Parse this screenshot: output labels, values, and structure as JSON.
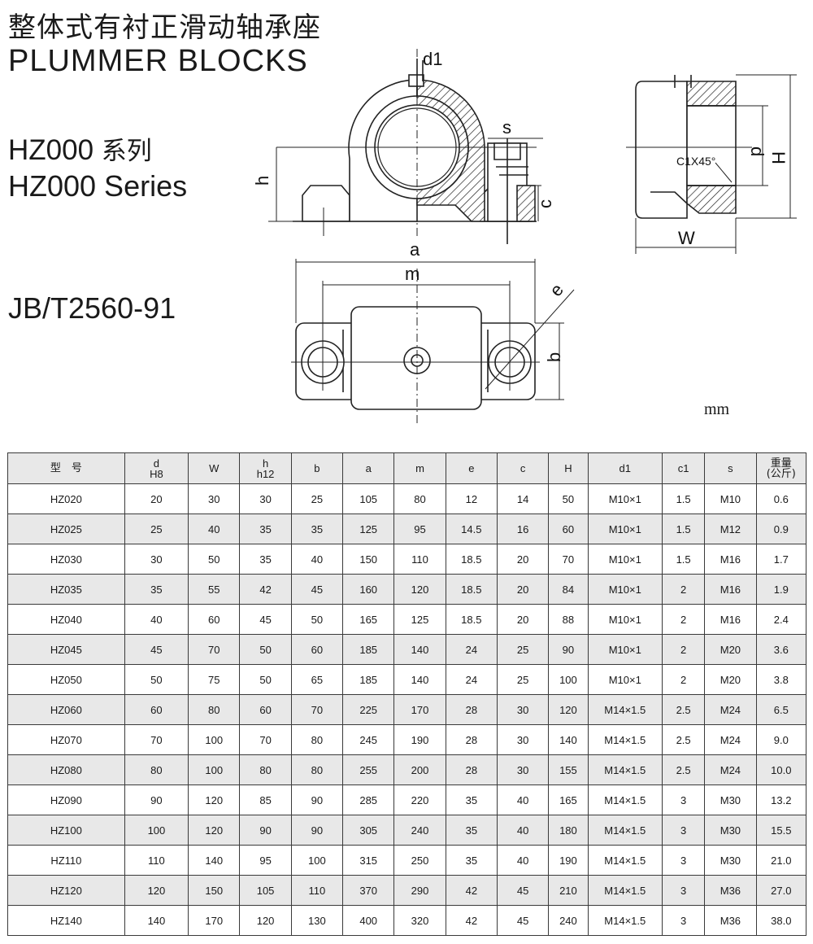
{
  "header": {
    "title_cn": "整体式有衬正滑动轴承座",
    "title_en": "PLUMMER  BLOCKS",
    "series_code": "HZ000",
    "series_cn": "系列",
    "series_en": "HZ000 Series",
    "standard": "JB/T2560-91",
    "unit": "mm"
  },
  "drawing": {
    "labels": {
      "d1": "d1",
      "s": "s",
      "h": "h",
      "c": "c",
      "d": "d",
      "H": "H",
      "W": "W",
      "chamfer": "C1X45°",
      "a": "a",
      "m": "m",
      "e": "e",
      "b": "b"
    }
  },
  "table": {
    "headers": [
      {
        "top": "型　号",
        "bottom": ""
      },
      {
        "top": "d",
        "bottom": "H8"
      },
      {
        "top": "W",
        "bottom": ""
      },
      {
        "top": "h",
        "bottom": "h12"
      },
      {
        "top": "b",
        "bottom": ""
      },
      {
        "top": "a",
        "bottom": ""
      },
      {
        "top": "m",
        "bottom": ""
      },
      {
        "top": "e",
        "bottom": ""
      },
      {
        "top": "c",
        "bottom": ""
      },
      {
        "top": "H",
        "bottom": ""
      },
      {
        "top": "d1",
        "bottom": ""
      },
      {
        "top": "c1",
        "bottom": ""
      },
      {
        "top": "s",
        "bottom": ""
      },
      {
        "top": "重量",
        "bottom": "(公斤)"
      }
    ],
    "rows": [
      [
        "HZ020",
        "20",
        "30",
        "30",
        "25",
        "105",
        "80",
        "12",
        "14",
        "50",
        "M10×1",
        "1.5",
        "M10",
        "0.6"
      ],
      [
        "HZ025",
        "25",
        "40",
        "35",
        "35",
        "125",
        "95",
        "14.5",
        "16",
        "60",
        "M10×1",
        "1.5",
        "M12",
        "0.9"
      ],
      [
        "HZ030",
        "30",
        "50",
        "35",
        "40",
        "150",
        "110",
        "18.5",
        "20",
        "70",
        "M10×1",
        "1.5",
        "M16",
        "1.7"
      ],
      [
        "HZ035",
        "35",
        "55",
        "42",
        "45",
        "160",
        "120",
        "18.5",
        "20",
        "84",
        "M10×1",
        "2",
        "M16",
        "1.9"
      ],
      [
        "HZ040",
        "40",
        "60",
        "45",
        "50",
        "165",
        "125",
        "18.5",
        "20",
        "88",
        "M10×1",
        "2",
        "M16",
        "2.4"
      ],
      [
        "HZ045",
        "45",
        "70",
        "50",
        "60",
        "185",
        "140",
        "24",
        "25",
        "90",
        "M10×1",
        "2",
        "M20",
        "3.6"
      ],
      [
        "HZ050",
        "50",
        "75",
        "50",
        "65",
        "185",
        "140",
        "24",
        "25",
        "100",
        "M10×1",
        "2",
        "M20",
        "3.8"
      ],
      [
        "HZ060",
        "60",
        "80",
        "60",
        "70",
        "225",
        "170",
        "28",
        "30",
        "120",
        "M14×1.5",
        "2.5",
        "M24",
        "6.5"
      ],
      [
        "HZ070",
        "70",
        "100",
        "70",
        "80",
        "245",
        "190",
        "28",
        "30",
        "140",
        "M14×1.5",
        "2.5",
        "M24",
        "9.0"
      ],
      [
        "HZ080",
        "80",
        "100",
        "80",
        "80",
        "255",
        "200",
        "28",
        "30",
        "155",
        "M14×1.5",
        "2.5",
        "M24",
        "10.0"
      ],
      [
        "HZ090",
        "90",
        "120",
        "85",
        "90",
        "285",
        "220",
        "35",
        "40",
        "165",
        "M14×1.5",
        "3",
        "M30",
        "13.2"
      ],
      [
        "HZ100",
        "100",
        "120",
        "90",
        "90",
        "305",
        "240",
        "35",
        "40",
        "180",
        "M14×1.5",
        "3",
        "M30",
        "15.5"
      ],
      [
        "HZ110",
        "110",
        "140",
        "95",
        "100",
        "315",
        "250",
        "35",
        "40",
        "190",
        "M14×1.5",
        "3",
        "M30",
        "21.0"
      ],
      [
        "HZ120",
        "120",
        "150",
        "105",
        "110",
        "370",
        "290",
        "42",
        "45",
        "210",
        "M14×1.5",
        "3",
        "M36",
        "27.0"
      ],
      [
        "HZ140",
        "140",
        "170",
        "120",
        "130",
        "400",
        "320",
        "42",
        "45",
        "240",
        "M14×1.5",
        "3",
        "M36",
        "38.0"
      ]
    ]
  }
}
